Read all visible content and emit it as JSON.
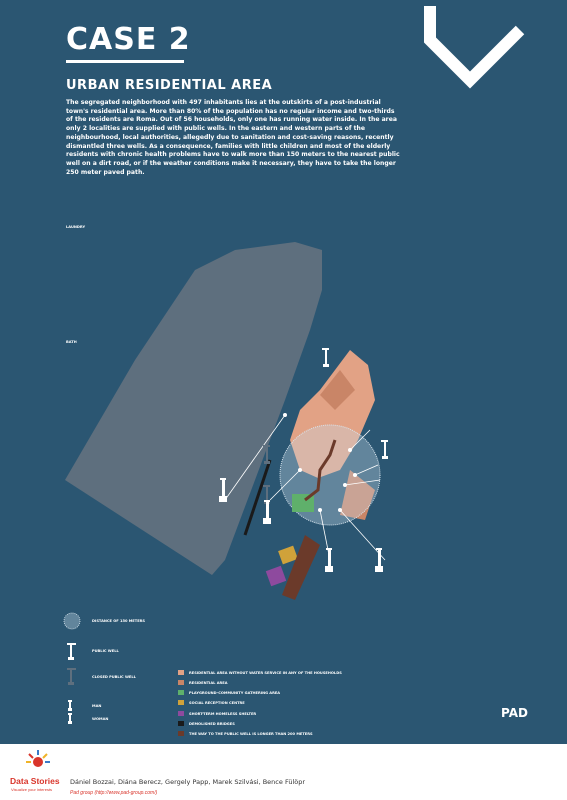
{
  "header": {
    "case_title": "CASE 2",
    "section_title": "URBAN RESIDENTIAL AREA",
    "intro": "The segregated neighborhood with 497 inhabitants lies at the outskirts of a post-industrial town's residential area. More than 80% of the population has no regular income and two-thirds of the residents are Roma. Out of 56 households, only one has running water inside. In the area only 2 localities are supplied with public wells. In the eastern and western parts of the neighbourhood, local authorities, allegedly due to sanitation and cost-saving reasons, recently dismantled three wells. As a consequence, families with little children and most of the elderly residents with chronic health problems have to walk more than 150 meters to the nearest public well on a dirt road, or if the weather conditions make it necessary, they have to take the longer 250 meter paved path."
  },
  "left_notes": {
    "laundry_head": "LAUNDRY",
    "bath_head": "BATH"
  },
  "legend": {
    "distance": "DISTANCE OF 150 METERS",
    "public_well": "PUBLIC WELL",
    "closed_well": "CLOSED PUBLIC WELL",
    "man": "MAN",
    "woman": "WOMAN",
    "items": [
      {
        "label": "RESIDENTIAL AREA WITHOUT WATER SERVICE IN ANY OF THE HOUSEHOLDS",
        "color": "#e2a285"
      },
      {
        "label": "RESIDENTIAL AREA",
        "color": "#c98567"
      },
      {
        "label": "PLAYGROUND-COMMUNITY GATHERING AREA",
        "color": "#5fb06b"
      },
      {
        "label": "SOCIAL RECEPTION CENTRE",
        "color": "#d0a23a"
      },
      {
        "label": "SHORT-TERM HOMELESS SHELTER",
        "color": "#8e4a9e"
      },
      {
        "label": "DEMOLISHED BRIDGES",
        "color": "#1a1a1a"
      },
      {
        "label": "THE WAY TO THE PUBLIC WELL IS LONGER THAN 200 METERS",
        "color": "#6b3a2a"
      }
    ]
  },
  "footer": {
    "brand": "Data Stories",
    "brand_sub": "Visualize your interests",
    "authors": "Dániel Bozzai, Diána Berecz, Gergely Papp, Marek Szilvási, Bence Fülöpr",
    "pad_group": "Pad group (http://www.pad-group.com/)",
    "pad_logo": "PAD"
  }
}
